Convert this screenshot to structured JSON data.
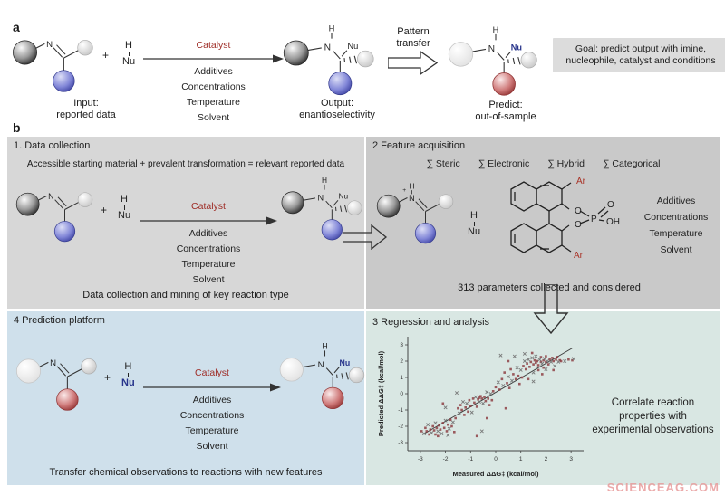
{
  "atoms": {
    "N": "N",
    "H": "H",
    "Nu": "Nu",
    "plus": "+",
    "charge": "+",
    "Ar": "Ar",
    "P": "P",
    "O": "O",
    "OH": "OH"
  },
  "conditions": {
    "catalyst": "Catalyst",
    "items": [
      "Additives",
      "Concentrations",
      "Temperature",
      "Solvent"
    ]
  },
  "panel_a": {
    "label": "a",
    "input_label": [
      "Input:",
      "reported data"
    ],
    "output_label": [
      "Output:",
      "enantioselectivity"
    ],
    "predict_label": [
      "Predict:",
      "out-of-sample"
    ],
    "pattern_transfer": [
      "Pattern",
      "transfer"
    ],
    "goal": [
      "Goal: predict output with imine,",
      "nucleophile, catalyst and conditions"
    ]
  },
  "panel_b": {
    "label": "b",
    "q1": {
      "title": "1. Data collection",
      "subtitle": "Accessible starting material + prevalent transformation = relevant reported data",
      "caption": "Data collection and mining of key reaction type"
    },
    "q2": {
      "title": "2 Feature acquisition",
      "feature_classes": [
        "∑ Steric",
        "∑ Electronic",
        "∑ Hybrid",
        "∑ Categorical"
      ],
      "caption": "313 parameters collected and considered"
    },
    "q3": {
      "title": "3 Regression and analysis",
      "note": [
        "Correlate reaction properties with",
        "experimental observations"
      ]
    },
    "q4": {
      "title": "4 Prediction platform",
      "caption": "Transfer chemical observations to reactions with new features"
    }
  },
  "watermark": "SCIENCEAG.COM",
  "colors": {
    "q1_bg": "#d7d7d7",
    "q2_bg": "#c9c9c9",
    "q3_bg": "#d9e7e3",
    "q4_bg": "#cfe0eb",
    "catalyst_red": "#9e2b25",
    "nu_blue": "#27348b",
    "ar_red": "#a93226",
    "scatter_red": "#8c3a3f",
    "scatter_x": "#6f6f6f",
    "goal_bg": "#dcdcdc",
    "watermark": "#e89b9b"
  },
  "chart_data": {
    "type": "scatter",
    "title": "",
    "xlabel": "Measured ΔΔG‡ (kcal/mol)",
    "ylabel": "Predicted ΔΔG‡ (kcal/mol)",
    "xlim": [
      -3.5,
      3.5
    ],
    "ylim": [
      -3.5,
      3.5
    ],
    "xticks": [
      -3,
      -2,
      -1,
      0,
      1,
      2,
      3
    ],
    "yticks": [
      -3,
      -2,
      -1,
      0,
      1,
      2,
      3
    ],
    "grid": false,
    "legend": false,
    "fit_line": {
      "x1": -2.9,
      "y1": -2.5,
      "x2": 3.05,
      "y2": 2.8
    },
    "series": [
      {
        "name": "predicted-vs-measured-squares",
        "marker": "square",
        "points": [
          [
            -2.95,
            -2.3
          ],
          [
            -2.8,
            -2.1
          ],
          [
            -2.75,
            -2.3
          ],
          [
            -2.65,
            -2.5
          ],
          [
            -2.6,
            -2.2
          ],
          [
            -2.5,
            -2.0
          ],
          [
            -2.45,
            -2.25
          ],
          [
            -2.4,
            -2.5
          ],
          [
            -2.35,
            -2.1
          ],
          [
            -2.25,
            -1.95
          ],
          [
            -2.2,
            -2.2
          ],
          [
            -2.1,
            -1.8
          ],
          [
            -2.05,
            -2.1
          ],
          [
            -1.95,
            -2.3
          ],
          [
            -1.9,
            -1.9
          ],
          [
            -1.8,
            -1.6
          ],
          [
            -1.75,
            -2.0
          ],
          [
            -1.65,
            -2.35
          ],
          [
            -2.3,
            -2.6
          ],
          [
            -1.6,
            -1.5
          ],
          [
            -1.5,
            -0.9
          ],
          [
            -1.4,
            -0.7
          ],
          [
            -1.35,
            -1.0
          ],
          [
            -1.25,
            -1.3
          ],
          [
            -1.2,
            -0.85
          ],
          [
            -1.1,
            -1.1
          ],
          [
            -1.05,
            -0.4
          ],
          [
            -1.0,
            -0.75
          ],
          [
            -0.9,
            -0.3
          ],
          [
            -0.85,
            -0.55
          ],
          [
            -0.75,
            -0.8
          ],
          [
            -0.7,
            -0.35
          ],
          [
            -0.65,
            -0.25
          ],
          [
            -0.6,
            -0.15
          ],
          [
            -0.55,
            -0.3
          ],
          [
            -0.45,
            -0.2
          ],
          [
            -0.4,
            -0.45
          ],
          [
            -0.3,
            -0.3
          ],
          [
            -0.25,
            -0.7
          ],
          [
            -0.15,
            -0.4
          ],
          [
            -0.1,
            0.15
          ],
          [
            -0.75,
            -2.6
          ],
          [
            -0.35,
            -1.5
          ],
          [
            0.4,
            -0.9
          ],
          [
            -2.1,
            -0.6
          ],
          [
            0.0,
            0.4
          ],
          [
            0.15,
            0.25
          ],
          [
            0.25,
            0.9
          ],
          [
            0.35,
            1.3
          ],
          [
            0.45,
            0.65
          ],
          [
            0.55,
            0.35
          ],
          [
            0.6,
            1.5
          ],
          [
            0.7,
            1.2
          ],
          [
            0.8,
            0.9
          ],
          [
            0.9,
            1.1
          ],
          [
            0.95,
            0.6
          ],
          [
            1.05,
            1.0
          ],
          [
            0.5,
            2.0
          ],
          [
            1.1,
            1.7
          ],
          [
            1.2,
            1.5
          ],
          [
            1.25,
            1.85
          ],
          [
            1.35,
            1.65
          ],
          [
            1.4,
            1.95
          ],
          [
            1.5,
            1.8
          ],
          [
            1.55,
            2.05
          ],
          [
            1.6,
            1.9
          ],
          [
            1.65,
            2.0
          ],
          [
            1.7,
            1.75
          ],
          [
            1.8,
            1.95
          ],
          [
            1.8,
            2.25
          ],
          [
            1.9,
            2.05
          ],
          [
            1.9,
            1.6
          ],
          [
            2.0,
            1.95
          ],
          [
            2.0,
            2.3
          ],
          [
            2.1,
            1.8
          ],
          [
            2.15,
            2.1
          ],
          [
            2.25,
            2.2
          ],
          [
            2.3,
            2.0
          ],
          [
            2.4,
            2.1
          ],
          [
            2.45,
            2.25
          ],
          [
            2.55,
            2.05
          ],
          [
            1.7,
            1.45
          ],
          [
            2.3,
            1.45
          ],
          [
            1.3,
            0.9
          ],
          [
            1.85,
            1.2
          ],
          [
            2.6,
            2.0
          ],
          [
            2.9,
            2.1
          ],
          [
            3.05,
            2.05
          ],
          [
            1.45,
            2.5
          ]
        ]
      },
      {
        "name": "predicted-vs-measured-crosses",
        "marker": "x",
        "points": [
          [
            -2.85,
            -2.45
          ],
          [
            -2.7,
            -1.9
          ],
          [
            -2.55,
            -2.4
          ],
          [
            -2.4,
            -1.8
          ],
          [
            -2.3,
            -2.3
          ],
          [
            -2.15,
            -2.45
          ],
          [
            -2.0,
            -1.65
          ],
          [
            -1.85,
            -2.15
          ],
          [
            -1.7,
            -1.75
          ],
          [
            -1.9,
            -2.55
          ],
          [
            -1.45,
            -1.2
          ],
          [
            -1.3,
            -0.5
          ],
          [
            -1.15,
            -0.6
          ],
          [
            -0.95,
            -1.15
          ],
          [
            -0.8,
            -0.2
          ],
          [
            -0.65,
            -0.5
          ],
          [
            -0.5,
            -0.6
          ],
          [
            -0.35,
            0.1
          ],
          [
            -0.2,
            0.0
          ],
          [
            -0.55,
            -2.3
          ],
          [
            -1.55,
            0.05
          ],
          [
            -2.0,
            -0.85
          ],
          [
            0.1,
            0.7
          ],
          [
            0.3,
            0.5
          ],
          [
            0.5,
            1.05
          ],
          [
            0.65,
            0.8
          ],
          [
            0.85,
            1.6
          ],
          [
            1.0,
            1.45
          ],
          [
            0.2,
            2.35
          ],
          [
            0.75,
            2.3
          ],
          [
            1.15,
            2.0
          ],
          [
            1.3,
            2.1
          ],
          [
            1.45,
            2.2
          ],
          [
            1.6,
            2.3
          ],
          [
            1.75,
            2.1
          ],
          [
            1.85,
            1.85
          ],
          [
            1.95,
            2.15
          ],
          [
            2.05,
            2.0
          ],
          [
            2.2,
            1.95
          ],
          [
            2.35,
            1.7
          ],
          [
            2.5,
            1.95
          ],
          [
            1.5,
            1.3
          ],
          [
            2.0,
            1.5
          ],
          [
            1.5,
            0.75
          ],
          [
            3.1,
            2.15
          ],
          [
            2.75,
            2.0
          ],
          [
            1.15,
            2.45
          ]
        ]
      }
    ]
  }
}
